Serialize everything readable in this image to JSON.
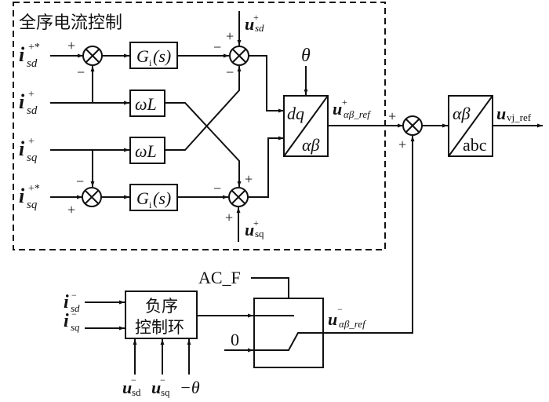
{
  "full_sequence_block": {
    "title": "全序电流控制",
    "inputs": {
      "isd_ref": {
        "base": "i",
        "sup": "+*",
        "sub": "sd"
      },
      "isd": {
        "base": "i",
        "sup": "+",
        "sub": "sd"
      },
      "isq": {
        "base": "i",
        "sup": "+",
        "sub": "sq"
      },
      "isq_ref": {
        "base": "i",
        "sup": "+*",
        "sub": "sq"
      }
    },
    "blocks": {
      "gi_top": {
        "base": "G",
        "sub": "i",
        "tail": "(s)"
      },
      "gi_bottom": {
        "base": "G",
        "sub": "i",
        "tail": "(s)"
      },
      "wl_top": "ωL",
      "wl_bottom": "ωL"
    },
    "usd_plus": {
      "base": "u",
      "sup": "+",
      "sub": "sd"
    },
    "usq_plus": {
      "base": "u",
      "sup": "+",
      "sub": "sq"
    },
    "theta": "θ",
    "dq_ab": {
      "top": "dq",
      "bottom": "αβ"
    },
    "u_ab_ref_plus": {
      "base": "u",
      "sup": "+",
      "sub": "αβ_ref"
    }
  },
  "signs": {
    "sum1_left": "+",
    "sum1_bottom": "−",
    "sum2_top": "+",
    "sum2_left": "−",
    "sum2_bottom": "−",
    "sum3_top": "−",
    "sum3_left": "+",
    "sum4_top": "+",
    "sum4_left": "−",
    "sum4_bottom": "+",
    "sum5_left": "+",
    "sum5_bottom": "+"
  },
  "ab_abc": {
    "top": "αβ",
    "bottom": "abc"
  },
  "output": {
    "base": "u",
    "sub": "vj_ref"
  },
  "negative_sequence": {
    "block_label_line1": "负序",
    "block_label_line2": "控制环",
    "inputs": {
      "isd_neg": {
        "base": "i",
        "sup": "−",
        "sub": "sd"
      },
      "isq_neg": {
        "base": "i",
        "sup": "−",
        "sub": "sq"
      },
      "usd_neg": {
        "base": "u",
        "sup": "−",
        "sub": "sd"
      },
      "usq_neg": {
        "base": "u",
        "sup": "−",
        "sub": "sq"
      },
      "neg_theta": "−θ"
    }
  },
  "switch": {
    "control_label": "AC_F",
    "zero_input": "0",
    "output": {
      "base": "u",
      "sup": "−",
      "sub": "αβ_ref"
    }
  }
}
